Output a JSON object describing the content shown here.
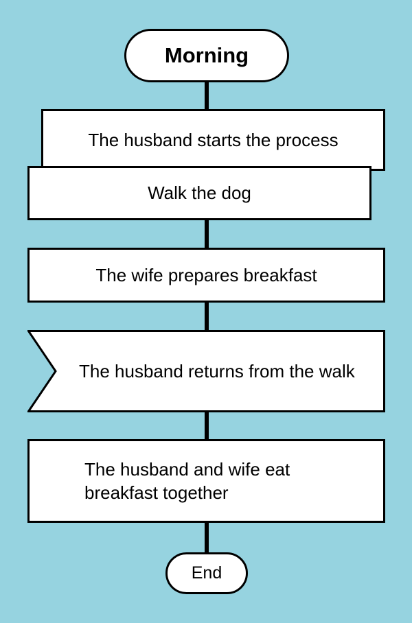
{
  "diagram": {
    "title": "Morning routine flowchart",
    "background_color": "#96d3e0",
    "node_fill_color": "#ffffff",
    "node_border_color": "#000000",
    "connector_color": "#000000",
    "direction": "top-to-bottom"
  },
  "nodes": [
    {
      "id": "morning",
      "label": "Morning",
      "shape": "stadium",
      "role": "start-terminator",
      "text_align": "center",
      "bold": true
    },
    {
      "id": "husband-starts",
      "label": "The husband starts the process",
      "shape": "rectangle",
      "role": "process",
      "text_align": "center",
      "bold": false
    },
    {
      "id": "walk-dog",
      "label": "Walk the dog",
      "shape": "rectangle",
      "role": "process",
      "text_align": "center",
      "bold": false
    },
    {
      "id": "wife-breakfast",
      "label": "The wife prepares breakfast",
      "shape": "rectangle",
      "role": "process",
      "text_align": "center",
      "bold": false
    },
    {
      "id": "husband-returns",
      "label": "The husband returns from the walk",
      "shape": "chevron",
      "role": "process",
      "text_align": "left",
      "bold": false
    },
    {
      "id": "eat-together",
      "label": "The husband and wife eat breakfast together",
      "shape": "rectangle",
      "role": "process",
      "text_align": "left",
      "bold": false
    },
    {
      "id": "end",
      "label": "End",
      "shape": "stadium",
      "role": "end-terminator",
      "text_align": "center",
      "bold": false
    }
  ],
  "edges": [
    {
      "id": "edge-1",
      "from": "morning",
      "to": "husband-starts",
      "label": ""
    },
    {
      "id": "edge-2",
      "from": "walk-dog",
      "to": "wife-breakfast",
      "label": ""
    },
    {
      "id": "edge-3",
      "from": "wife-breakfast",
      "to": "husband-returns",
      "label": ""
    },
    {
      "id": "edge-4",
      "from": "husband-returns",
      "to": "eat-together",
      "label": ""
    },
    {
      "id": "edge-5",
      "from": "eat-together",
      "to": "end",
      "label": ""
    }
  ]
}
